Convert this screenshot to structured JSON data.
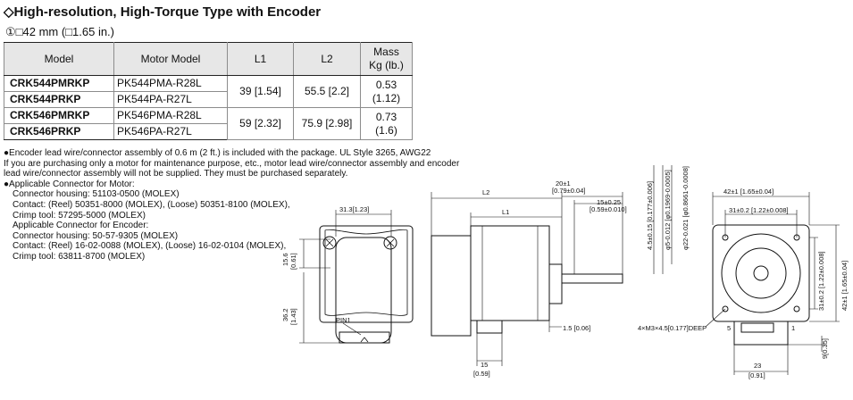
{
  "heading": "◇High-resolution, High-Torque Type with Encoder",
  "subheading": "①□42 mm (□1.65 in.)",
  "table": {
    "headers": {
      "model": "Model",
      "motor_model": "Motor Model",
      "l1": "L1",
      "l2": "L2",
      "mass_line1": "Mass",
      "mass_line2": "Kg (lb.)"
    },
    "groups": [
      {
        "rows": [
          {
            "model": "CRK544PMRKP",
            "motor_model": "PK544PMA-R28L"
          },
          {
            "model": "CRK544PRKP",
            "motor_model": "PK544PA-R27L"
          }
        ],
        "l1": "39 [1.54]",
        "l2": "55.5 [2.2]",
        "mass": "0.53 (1.12)"
      },
      {
        "rows": [
          {
            "model": "CRK546PMRKP",
            "motor_model": "PK546PMA-R28L"
          },
          {
            "model": "CRK546PRKP",
            "motor_model": "PK546PA-R27L"
          }
        ],
        "l1": "59 [2.32]",
        "l2": "75.9 [2.98]",
        "mass": "0.73 (1.6)"
      }
    ]
  },
  "notes": [
    "●Encoder lead wire/connector assembly of 0.6 m (2 ft.) is included with the package. UL Style 3265, AWG22",
    "If you are purchasing only a motor for maintenance purpose, etc., motor lead wire/connector assembly and encoder",
    "lead wire/connector assembly will not be supplied. They must be purchased separately.",
    "●Applicable Connector for Motor:",
    "Connector housing: 51103-0500 (MOLEX)",
    "Contact: (Reel) 50351-8000 (MOLEX), (Loose) 50351-8100 (MOLEX),",
    "Crimp tool: 57295-5000 (MOLEX)",
    "Applicable Connector for Encoder:",
    "Connector housing: 50-57-9305 (MOLEX)",
    "Contact: (Reel) 16-02-0088 (MOLEX), (Loose) 16-02-0104 (MOLEX),",
    "Crimp tool: 63811-8700 (MOLEX)"
  ],
  "drawing": {
    "rear_width": "31.3[1.23]",
    "rear_h1": "15.6",
    "rear_h1_in": "[0.61]",
    "rear_h2": "36.2",
    "rear_h2_in": "[1.43]",
    "pin_label": "PIN1",
    "l2": "L2",
    "l1": "L1",
    "shaft_len": "20±1",
    "shaft_len_in": "[0.79±0.04]",
    "flat_len": "15±0.25",
    "flat_len_in": "[0.59±0.010]",
    "flat_depth": "4.5±0.15 [0.177±0.006]",
    "shaft_dia": "φ5-0.012 [φ0.1969-0.0005]",
    "pilot_dia": "φ22-0.021 [φ0.8661-0.0008]",
    "pilot_h": "1.5 [0.06]",
    "conn_offset": "15",
    "conn_offset_in": "[0.59]",
    "flange": "42±1 [1.65±0.04]",
    "bolt": "31±0.2 [1.22±0.008]",
    "bolt_v": "31±0.2 [1.22±0.008]",
    "flange_v": "42±1 [1.65±0.04]",
    "tap": "4×M3×4.5[0.177]DEEP",
    "conn_w": "23",
    "conn_w_in": "[0.91]",
    "conn_h": "9[0.35]",
    "pin5": "5",
    "pin1": "1"
  }
}
